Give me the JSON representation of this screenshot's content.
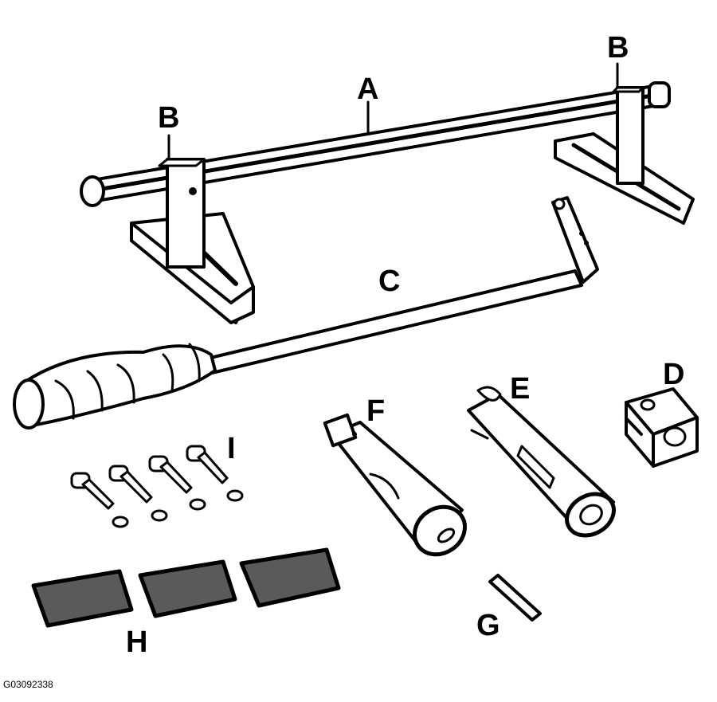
{
  "labels": {
    "a": "A",
    "b_left": "B",
    "b_right": "B",
    "c": "C",
    "d": "D",
    "e": "E",
    "f": "F",
    "g": "G",
    "h": "H",
    "i": "I"
  },
  "figure_id": "G03092338",
  "colors": {
    "ink": "#000000",
    "paper": "#ffffff",
    "pad": "#5a5a5a"
  }
}
